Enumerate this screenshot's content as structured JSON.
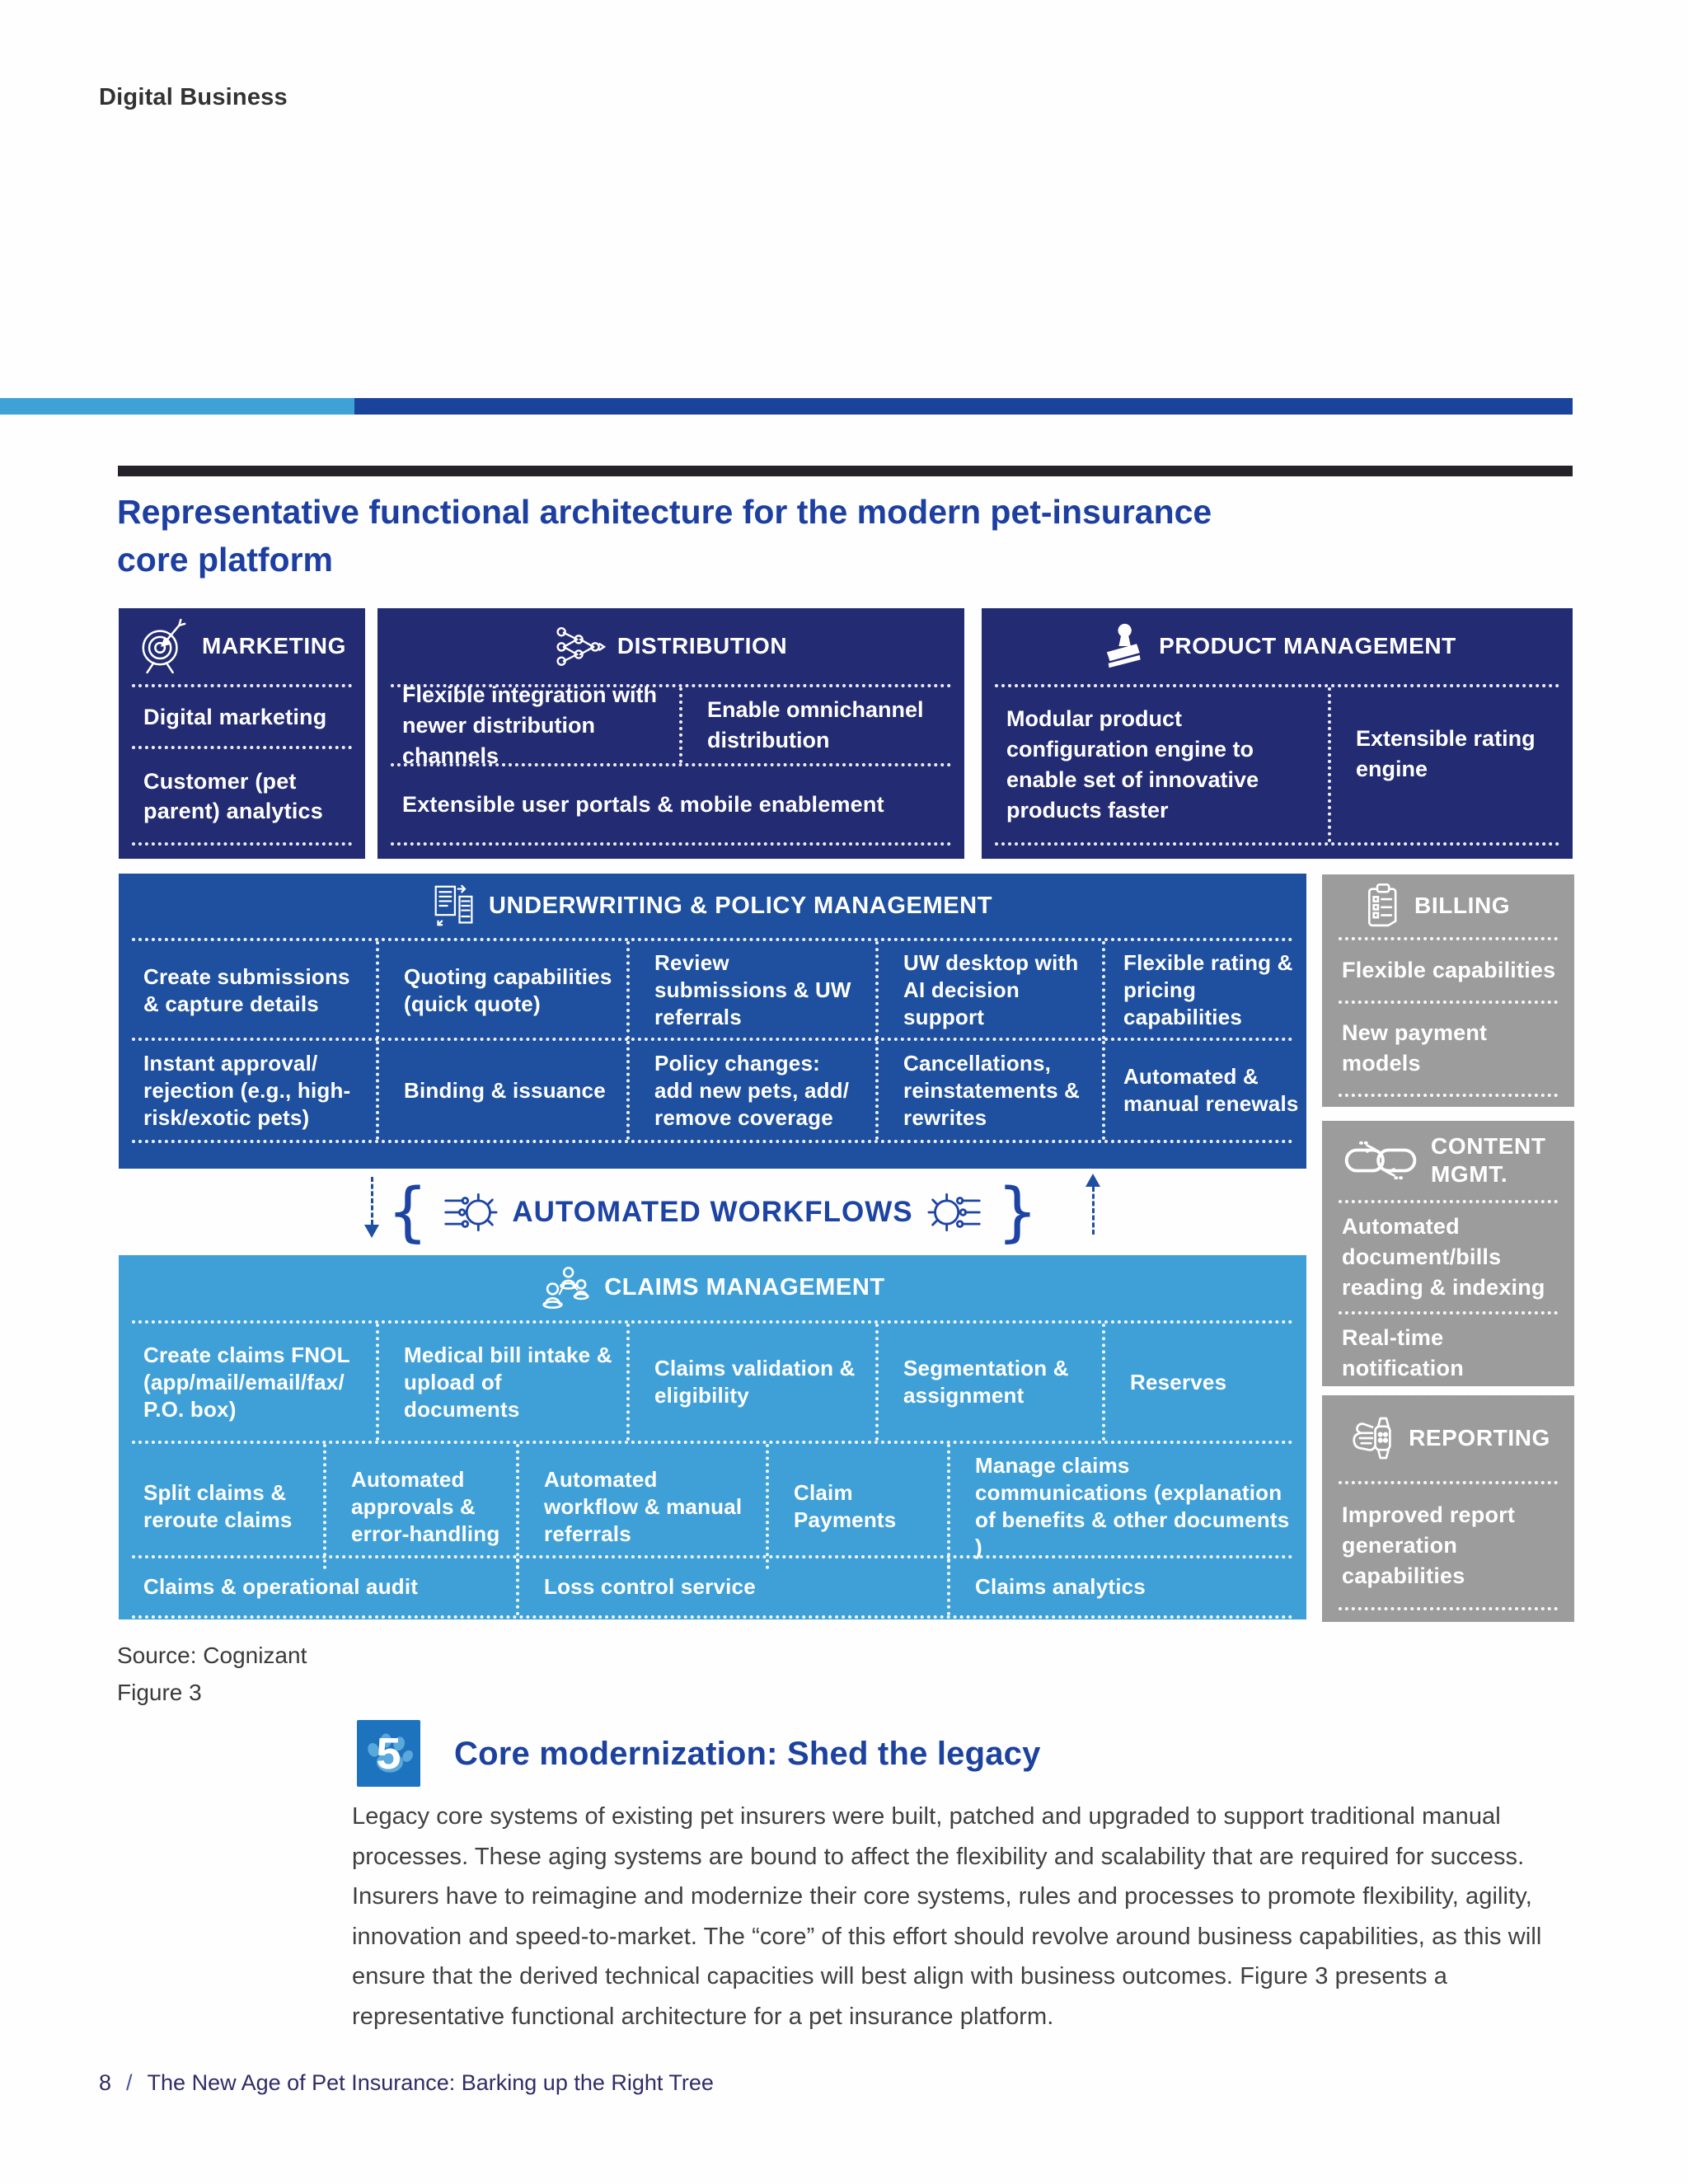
{
  "page": {
    "eyebrow": "Digital Business",
    "title_lines": [
      "Representative functional architecture for the modern pet-insurance",
      "core platform"
    ],
    "caption_source": "Source: Cognizant",
    "caption_figure": "Figure 3",
    "section": {
      "number": "5",
      "heading": "Core modernization: Shed the legacy",
      "body": "Legacy core systems of existing pet insurers were built, patched and upgraded to support traditional manual processes. These aging systems are bound to affect the flexibility and scalability that are required for success. Insurers have to reimagine and modernize their core systems, rules and processes to promote flexibility, agility, innovation and speed-to-market. The “core” of this effort should revolve around business capabilities, as this will ensure that the derived technical capacities will best align with business outcomes. Figure 3 presents a representative functional architecture for a pet insurance platform."
    },
    "footer": {
      "page_number": "8",
      "separator": "/",
      "doc_title": "The New Age of Pet Insurance: Barking up the Right Tree"
    }
  },
  "diagram": {
    "marketing": {
      "title": "MARKETING",
      "items": [
        "Digital marketing",
        "Customer (pet parent) analytics"
      ]
    },
    "distribution": {
      "title": "DISTRIBUTION",
      "row1": [
        "Flexible integration with newer distribution channels",
        "Enable omnichannel distribution"
      ],
      "row2": [
        "Extensible user portals & mobile enablement"
      ]
    },
    "product_management": {
      "title": "PRODUCT MANAGEMENT",
      "row1": [
        "Modular product configuration engine to enable set of innovative products faster",
        "Extensible rating engine"
      ]
    },
    "underwriting": {
      "title": "UNDERWRITING & POLICY MANAGEMENT",
      "row1": [
        "Create submissions & capture details",
        "Quoting capabilities (quick quote)",
        "Review submissions & UW referrals",
        "UW desktop with AI decision support",
        "Flexible rating & pricing capabilities"
      ],
      "row2": [
        "Instant approval/ rejection (e.g., high-risk/exotic pets)",
        "Binding & issuance",
        "Policy changes: add new pets, add/ remove coverage",
        "Cancellations, reinstatements & rewrites",
        "Automated & manual renewals"
      ]
    },
    "billing": {
      "title": "BILLING",
      "items": [
        "Flexible capabilities",
        "New payment models"
      ]
    },
    "workflows": {
      "label": "AUTOMATED WORKFLOWS"
    },
    "claims": {
      "title": "CLAIMS MANAGEMENT",
      "row1": [
        "Create claims FNOL (app/mail/email/fax/ P.O. box)",
        "Medical bill intake & upload of documents",
        "Claims validation & eligibility",
        "Segmentation & assignment",
        "Reserves"
      ],
      "row2": [
        "Split claims & reroute claims",
        "Automated approvals & error-handling",
        "Automated workflow & manual referrals",
        "Claim Payments",
        "Manage claims communications (explanation of benefits & other documents )"
      ],
      "row3": [
        "Claims & operational audit",
        "Loss control service",
        "Claims analytics"
      ]
    },
    "content_mgmt": {
      "title": "CONTENT MGMT.",
      "items": [
        "Automated document/bills reading & indexing",
        "Real-time notification"
      ]
    },
    "reporting": {
      "title": "REPORTING",
      "items": [
        "Improved report generation capabilities"
      ]
    }
  },
  "colors": {
    "navy_box": "#232b72",
    "blue_box": "#1e509f",
    "light_blue_box": "#3fa0d8",
    "gray_box": "#9c9c9c",
    "title_blue": "#1c3fa0",
    "heading_blue": "#1c429e",
    "badge_blue": "#1e73be",
    "bar_light_blue": "#3fa2d7",
    "bar_dark_blue": "#1a449b",
    "workflow_blue": "#1d44a3"
  }
}
